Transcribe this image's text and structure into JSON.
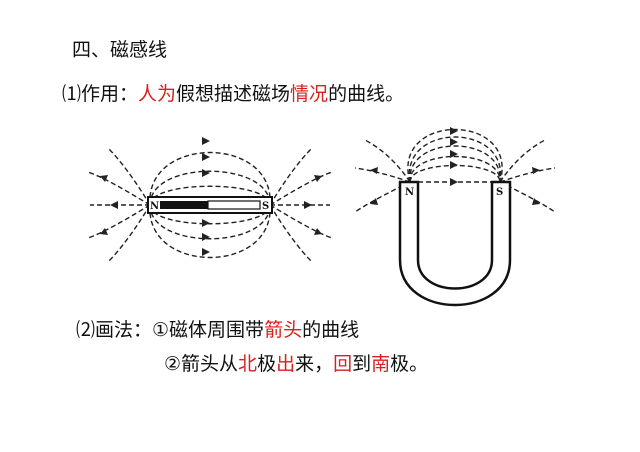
{
  "heading": {
    "title": "四、磁感线"
  },
  "purpose": {
    "label": "⑴作用：",
    "red1": "人为",
    "text1": "假想描述磁场",
    "red2": "情况",
    "text2": "的曲线。"
  },
  "method": {
    "label": "⑵画法：",
    "item1": {
      "text1": "①磁体周围带",
      "red1": "箭头",
      "text2": "的曲线"
    },
    "item2": {
      "text1": "②箭头从",
      "red1": "北",
      "text2": "极",
      "red2": "出",
      "text3": "来，",
      "red3": "回",
      "text4": "到",
      "red4": "南",
      "text5": "极。"
    }
  },
  "figures": {
    "bar_magnet": {
      "north_label": "N",
      "south_label": "S"
    },
    "horseshoe_magnet": {
      "north_label": "N",
      "south_label": "S"
    }
  },
  "colors": {
    "accent": "#d8211d",
    "text": "#111111"
  }
}
